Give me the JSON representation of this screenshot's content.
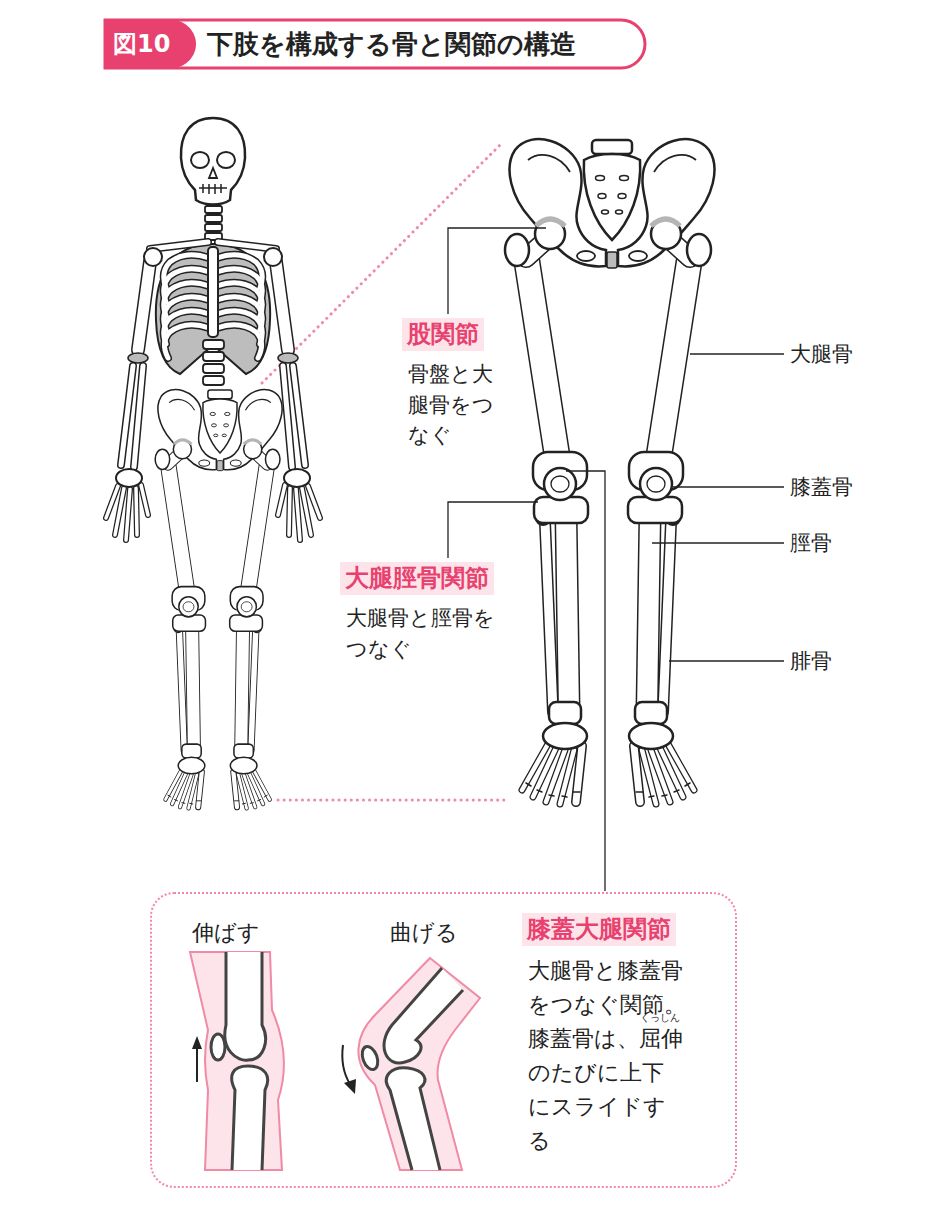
{
  "diagram": {
    "title": "下肢を構成する骨と関節の構造",
    "nodes": [
      {
        "text": [
          "股関節",
          "骨盤と大腿骨をつなぐ"
        ]
      },
      {
        "text": [
          "大腿脛骨関節",
          "大腿骨と脛骨をつなぐ"
        ]
      },
      {
        "text": [
          "伸ばす",
          "曲げる"
        ]
      },
      {
        "text": [
          "膝蓋大腿関節",
          "大腿骨と膝蓋骨をつなぐ関節。膝蓋骨は、屈伸のたびに上下にスライドする"
        ],
        "in": 2
      }
    ],
    "labels": [
      "図10",
      "大腿骨",
      "膝蓋骨",
      "脛骨",
      "腓骨",
      "くっしん"
    ]
  }
}
